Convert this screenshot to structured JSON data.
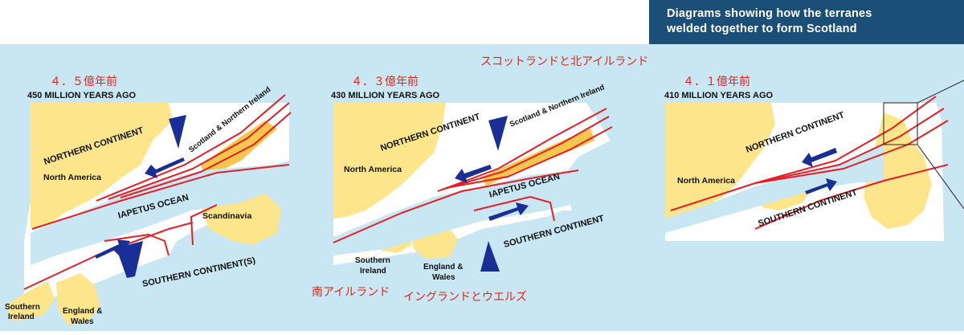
{
  "header": {
    "line1": "Diagrams showing how the terranes",
    "line2": "welded together to form Scotland",
    "bg_color": "#1b4f78"
  },
  "panels": [
    {
      "jp_age": "４．５億年前",
      "age": "450 MILLION YEARS AGO",
      "labels": {
        "northern": "NORTHERN CONTINENT",
        "scotland": "Scotland & Northern Ireland",
        "north_america": "North America",
        "ocean": "IAPETUS OCEAN",
        "scandinavia": "Scandinavia",
        "southern": "SOUTHERN CONTINENT(S)",
        "southern_ireland_1": "Southern",
        "southern_ireland_2": "Ireland",
        "england_1": "England &",
        "england_2": "Wales"
      }
    },
    {
      "jp_age": "４．３億年前",
      "age": "430 MILLION YEARS AGO",
      "labels": {
        "northern": "NORTHERN CONTINENT",
        "scotland": "Scotland & Northern Ireland",
        "north_america": "North America",
        "ocean": "IAPETUS OCEAN",
        "southern": "SOUTHERN CONTINENT",
        "southern_ireland_1": "Southern",
        "southern_ireland_2": "Ireland",
        "england_1": "England &",
        "england_2": "Wales"
      }
    },
    {
      "jp_age": "４．１億年前",
      "age": "410 MILLION YEARS AGO",
      "labels": {
        "northern": "NORTHERN CONTINENT",
        "north_america": "North America",
        "southern": "SOUTHERN CONTINENT"
      }
    }
  ],
  "jp_annotations": {
    "scotland_ni": "スコットランドと北アイルランド",
    "south_ireland": "南アイルランド",
    "england_wales": "イングランドとウエルズ"
  },
  "colors": {
    "background": "#c9e6f3",
    "land": "#fce58a",
    "fault_line": "#e21f26",
    "arrow": "#1a2f96",
    "jp_text": "#e0261a"
  }
}
